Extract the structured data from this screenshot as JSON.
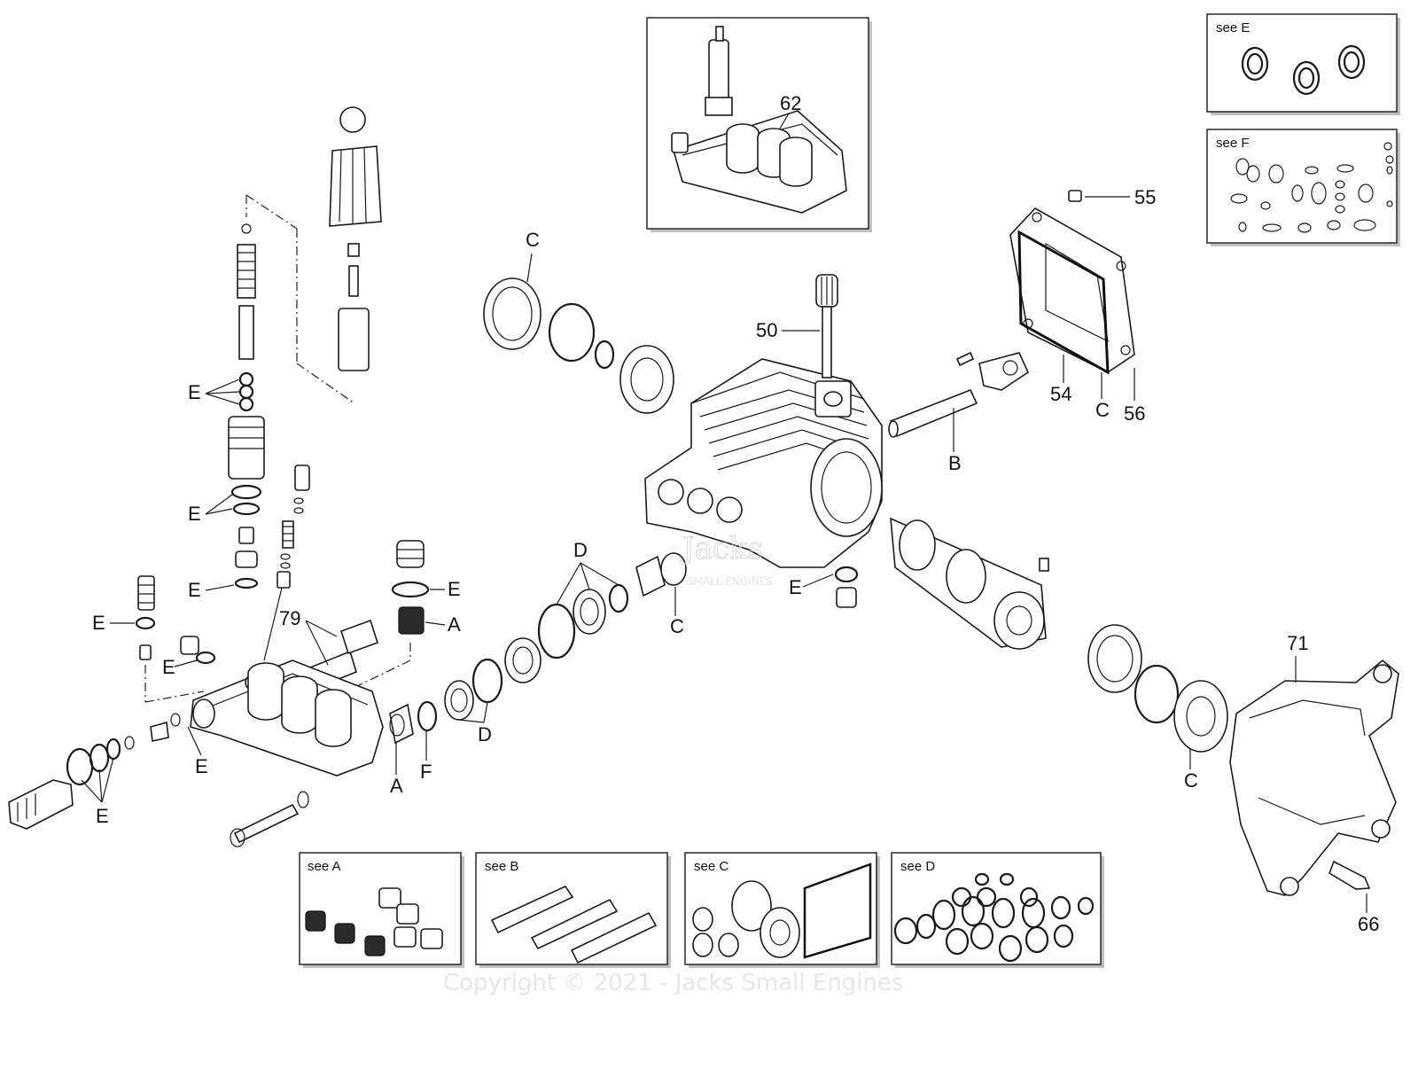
{
  "labels": {
    "p62": "62",
    "p55": "55",
    "p50": "50",
    "p54": "54",
    "p56": "56",
    "p71": "71",
    "p66": "66",
    "p79": "79",
    "cTop": "C",
    "cRight": "C",
    "cMid": "C",
    "cBottom": "C",
    "b": "B",
    "dTop": "D",
    "dBottom": "D",
    "a1": "A",
    "a2": "A",
    "f": "F",
    "e1": "E",
    "e2": "E",
    "e3": "E",
    "e4": "E",
    "e5": "E",
    "e6": "E",
    "e7": "E",
    "e8": "E",
    "e9": "E"
  },
  "kits": {
    "e": "see  E",
    "f": "see  F",
    "a": "see  A",
    "b": "see  B",
    "c": "see  C",
    "d": "see  D"
  },
  "watermark": {
    "copyright": "Copyright © 2021 - Jacks Small Engines",
    "logo": "Jacks",
    "logo_sub": "SMALL ENGINES"
  }
}
